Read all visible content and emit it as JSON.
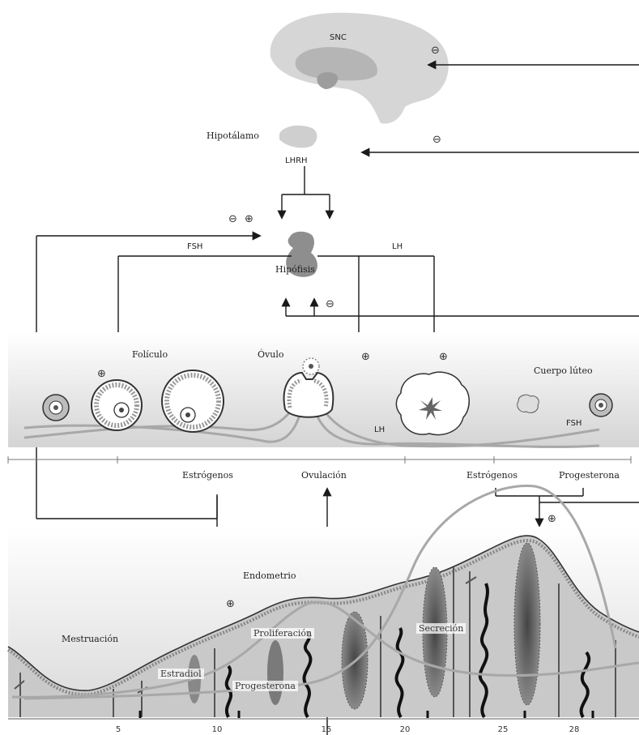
{
  "labels": {
    "snc": "SNC",
    "hypothalamus": "Hipotálamo",
    "lhrh": "LHRH",
    "fsh_top": "FSH",
    "lh_top": "LH",
    "pituitary": "Hipófisis",
    "follicle": "Folículo",
    "ovum": "Óvulo",
    "corpus_luteum": "Cuerpo lúteo",
    "lh_curve": "LH",
    "fsh_curve": "FSH",
    "estrogens_left": "Estrógenos",
    "ovulation": "Ovulación",
    "estrogens_right": "Estrógenos",
    "progesterone_top": "Progesterona",
    "endometrium": "Endometrio",
    "menstruation": "Mestruación",
    "proliferation": "Proliferación",
    "estradiol": "Estradiol",
    "progesterone_curve": "Progesterona",
    "secretion": "Secreción"
  },
  "symbols": {
    "minus": "⊖",
    "plus": "⊕"
  },
  "day_ticks": [
    "5",
    "10",
    "15",
    "20",
    "25",
    "28"
  ],
  "colors": {
    "ink": "#1a1a1a",
    "tissue_dark": "#555555",
    "tissue_light": "#bdbdbd",
    "band_top": "#ffffff",
    "band_bottom": "#d9d9d9",
    "curve": "#a8a8a8"
  }
}
